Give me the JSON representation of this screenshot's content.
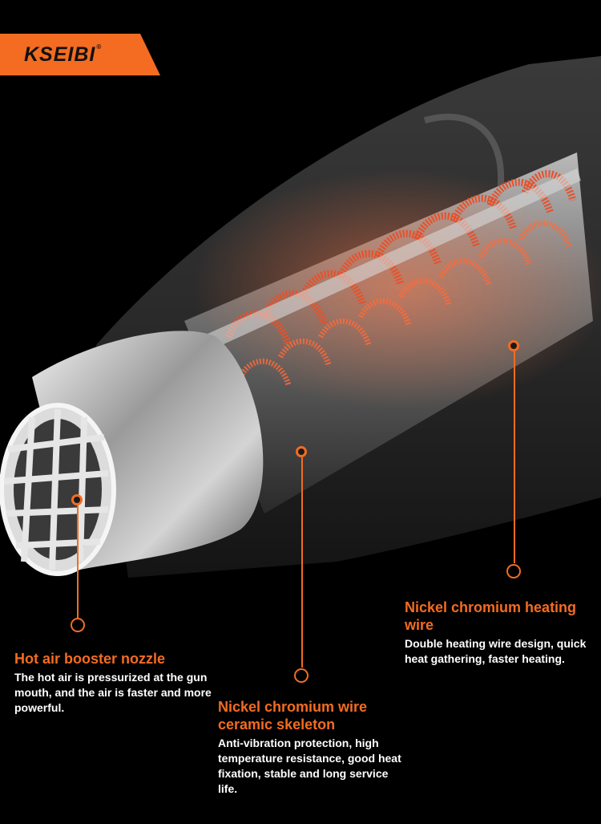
{
  "brand": {
    "name": "KSEIBI",
    "registered": "®",
    "accent": "#f36c21"
  },
  "callouts": [
    {
      "title": "Hot air booster nozzle",
      "description": "The hot air is pressurized at the gun mouth, and the air is faster and more powerful."
    },
    {
      "title": "Nickel chromium wire ceramic skeleton",
      "description": "Anti-vibration protection, high temperature resistance, good heat fixation, stable and long service life."
    },
    {
      "title": "Nickel chromium heating wire",
      "description": "Double heating wire design, quick heat gathering, faster heating."
    }
  ],
  "colors": {
    "background": "#000000",
    "accent": "#f36c21",
    "coil": "#e8502a",
    "text": "#ffffff"
  }
}
